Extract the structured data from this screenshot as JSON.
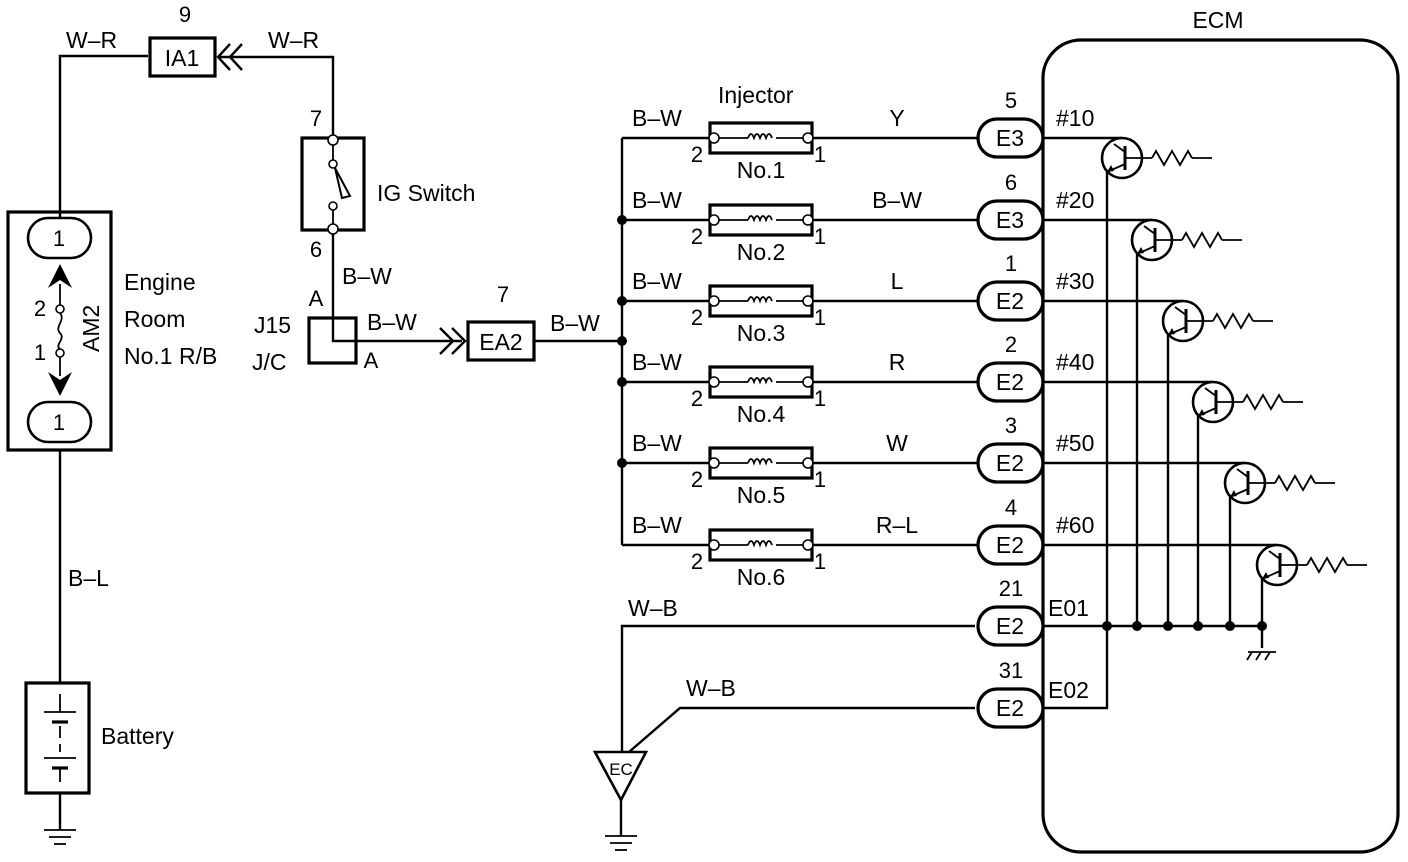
{
  "ecm": {
    "title": "ECM"
  },
  "ig_connector": {
    "pin": "9",
    "name": "IA1"
  },
  "wires": {
    "w_r": "W–R",
    "b_w": "B–W",
    "b_l": "B–L",
    "w_b": "W–B"
  },
  "ig_switch": {
    "label": "IG Switch",
    "pin_top": "7",
    "pin_bottom": "6"
  },
  "relay_block": {
    "label_line1": "Engine",
    "label_line2": "Room",
    "label_line3": "No.1 R/B",
    "fuse": "AM2",
    "pin_top": "1",
    "pin_bottom": "1",
    "fuse_pin_a": "2",
    "fuse_pin_b": "1"
  },
  "jc": {
    "line1": "J15",
    "line2": "J/C",
    "pin_top": "A",
    "pin_right": "A"
  },
  "ea2": {
    "pin": "7",
    "name": "EA2"
  },
  "battery": {
    "label": "Battery"
  },
  "injector_title": "Injector",
  "injectors": [
    {
      "name": "No.1",
      "left_pin": "2",
      "right_pin": "1",
      "wire": "Y",
      "ecm_pin": "5",
      "ecm_conn": "E3",
      "signal": "#10"
    },
    {
      "name": "No.2",
      "left_pin": "2",
      "right_pin": "1",
      "wire": "B–W",
      "ecm_pin": "6",
      "ecm_conn": "E3",
      "signal": "#20"
    },
    {
      "name": "No.3",
      "left_pin": "2",
      "right_pin": "1",
      "wire": "L",
      "ecm_pin": "1",
      "ecm_conn": "E2",
      "signal": "#30"
    },
    {
      "name": "No.4",
      "left_pin": "2",
      "right_pin": "1",
      "wire": "R",
      "ecm_pin": "2",
      "ecm_conn": "E2",
      "signal": "#40"
    },
    {
      "name": "No.5",
      "left_pin": "2",
      "right_pin": "1",
      "wire": "W",
      "ecm_pin": "3",
      "ecm_conn": "E2",
      "signal": "#50"
    },
    {
      "name": "No.6",
      "left_pin": "2",
      "right_pin": "1",
      "wire": "R–L",
      "ecm_pin": "4",
      "ecm_conn": "E2",
      "signal": "#60"
    }
  ],
  "grounds": [
    {
      "wire": "W–B",
      "ecm_pin": "21",
      "ecm_conn": "E2",
      "signal": "E01"
    },
    {
      "wire": "W–B",
      "ecm_pin": "31",
      "ecm_conn": "E2",
      "signal": "E02"
    }
  ],
  "ground_point": "EC"
}
